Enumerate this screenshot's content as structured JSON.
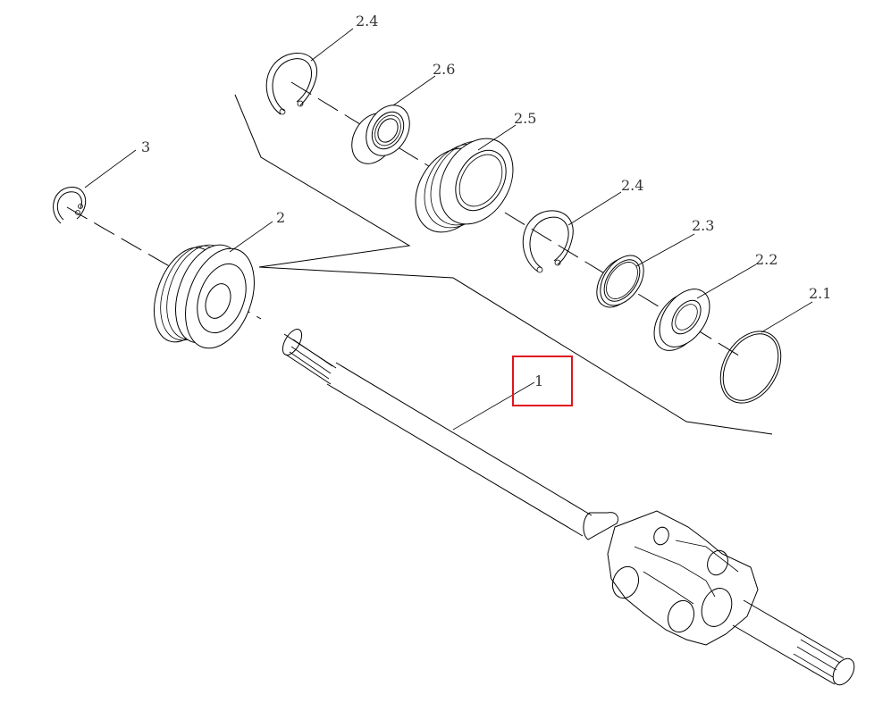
{
  "callouts": {
    "c24a": "2.4",
    "c26": "2.6",
    "c25": "2.5",
    "c24b": "2.4",
    "c23": "2.3",
    "c22": "2.2",
    "c21": "2.1",
    "c3": "3",
    "c2": "2",
    "c1": "1"
  },
  "highlight": {
    "target_label": "1",
    "color": "#e0141e"
  }
}
